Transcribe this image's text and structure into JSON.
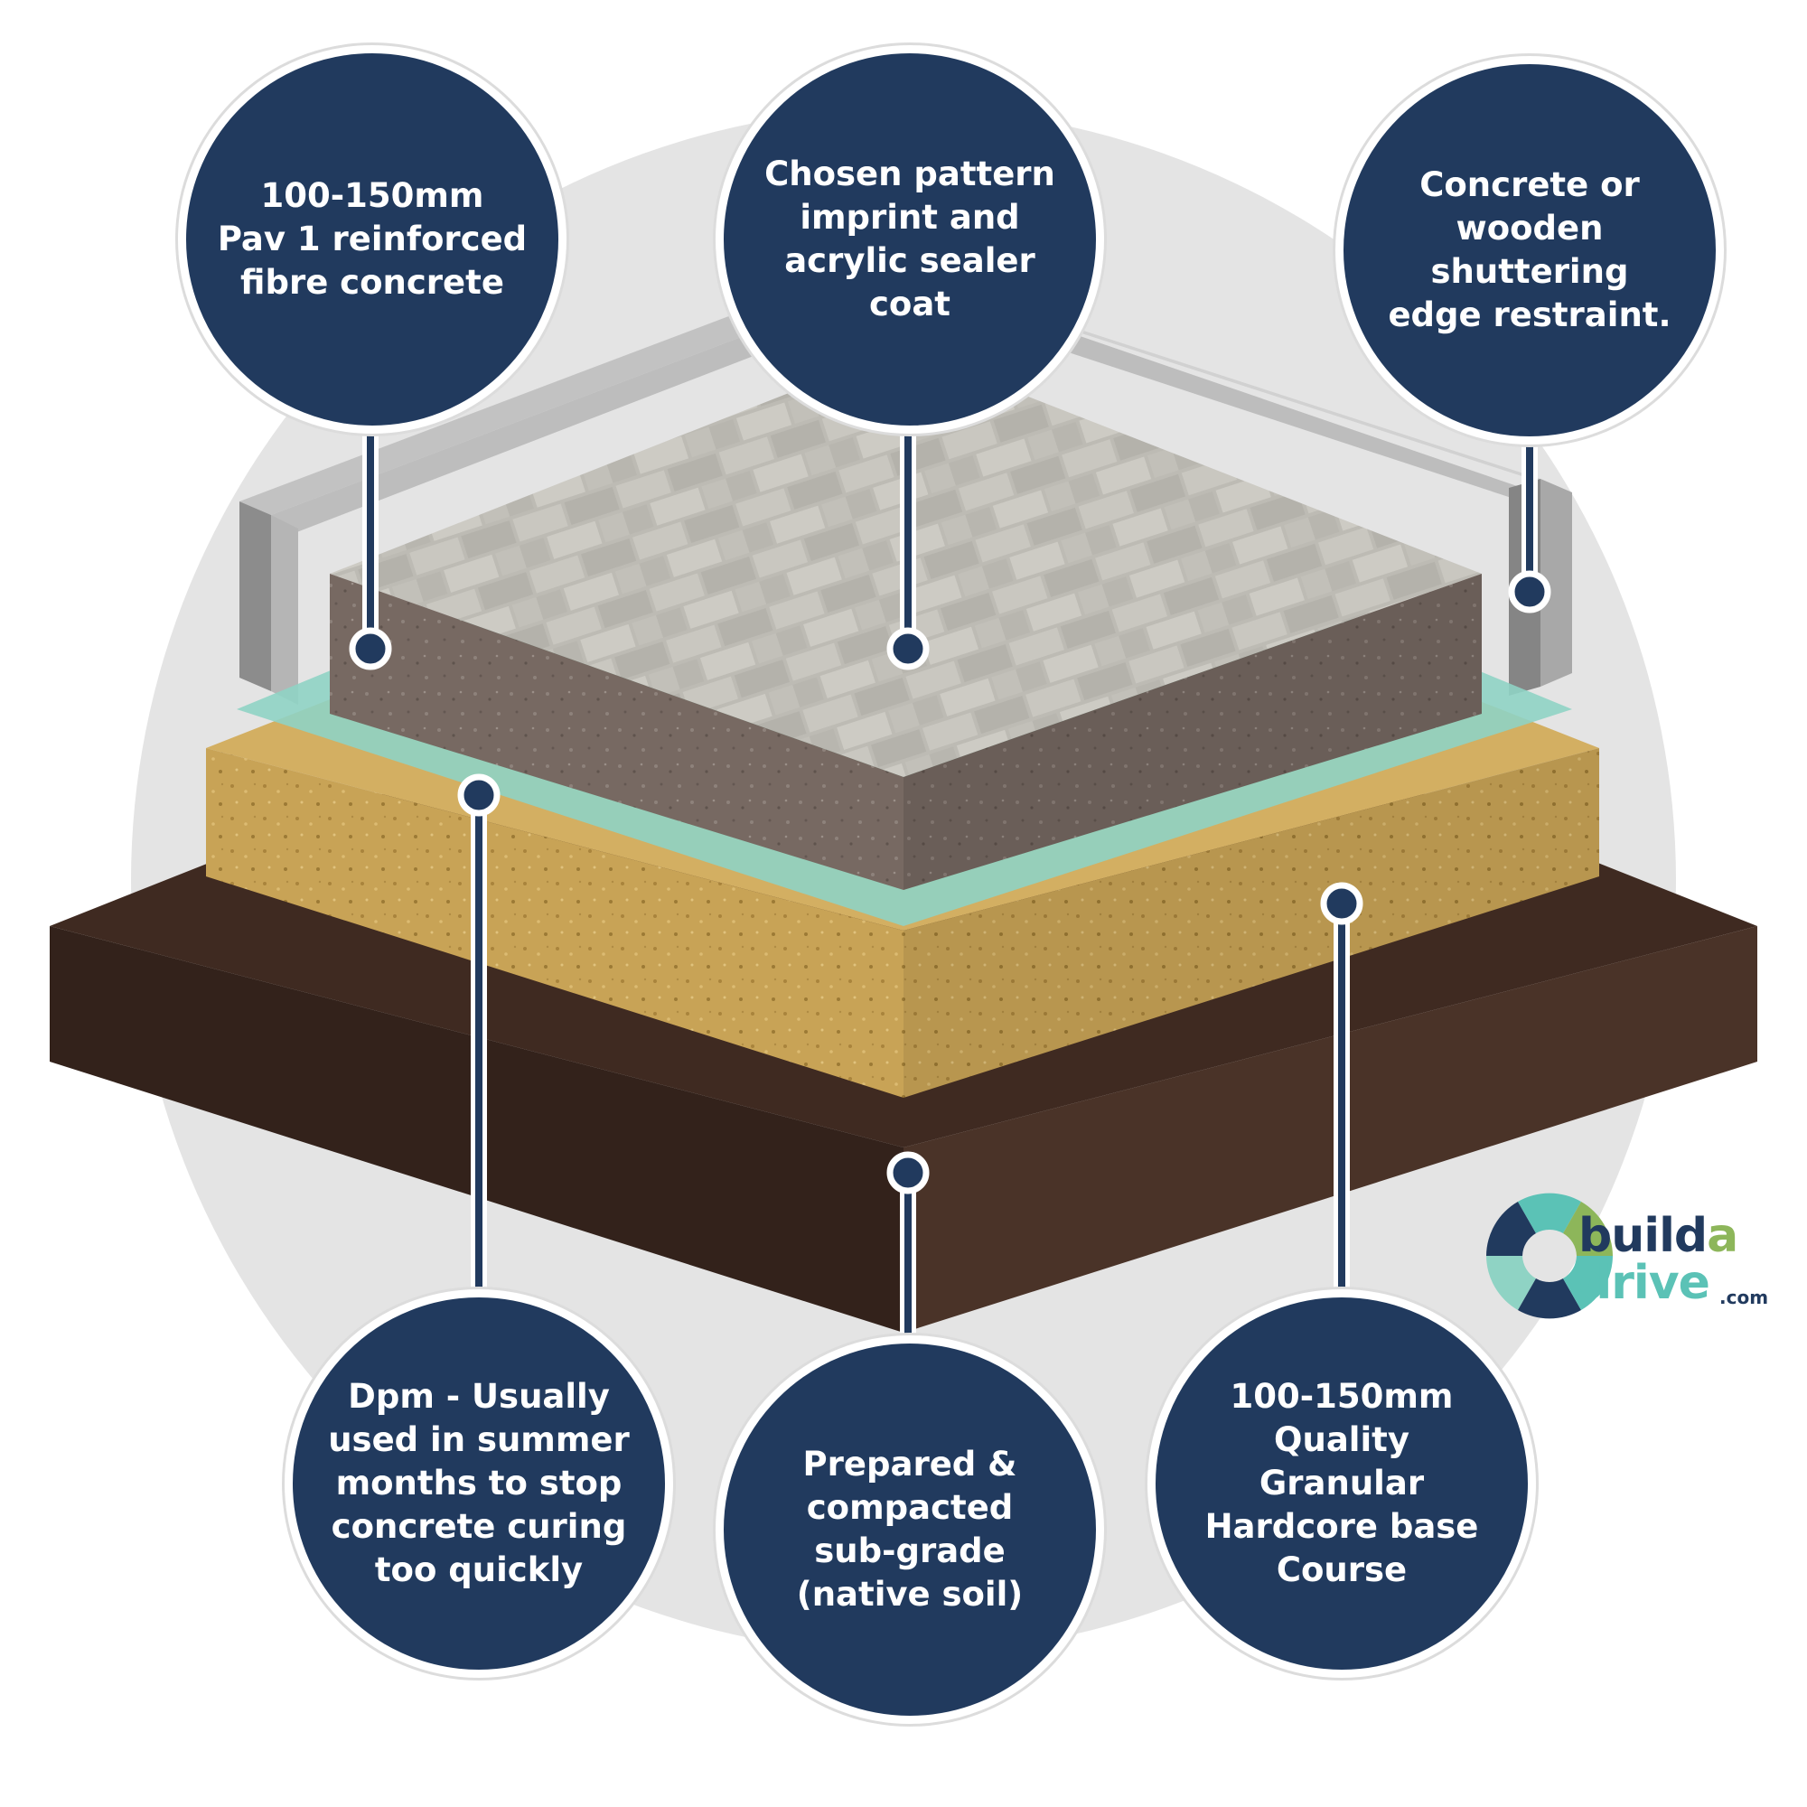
{
  "colors": {
    "callout_fill": "#213a5e",
    "connector": "#213a5e",
    "backdrop": "#e4e4e4",
    "sealer_imprint": "#b9b7b0",
    "concrete": "#776962",
    "dpm": "#8fd3c4",
    "hardcore": "#c8a356",
    "subgrade": "#3f2a21",
    "shuttering": "#9e9e9e",
    "logo_navy": "#213a5e",
    "logo_teal": "#5bc2b6",
    "logo_green": "#8db65a"
  },
  "callouts": [
    {
      "id": "concrete",
      "text": "100-150mm\nPav 1 reinforced\nfibre concrete"
    },
    {
      "id": "sealer",
      "text": "Chosen pattern\nimprint and\nacrylic sealer\ncoat"
    },
    {
      "id": "shuttering",
      "text": "Concrete or\nwooden\nshuttering\nedge restraint."
    },
    {
      "id": "dpm",
      "text": "Dpm - Usually\nused in summer\nmonths to stop\nconcrete curing\ntoo quickly"
    },
    {
      "id": "subgrade",
      "text": "Prepared &\ncompacted\nsub-grade\n(native soil)"
    },
    {
      "id": "hardcore",
      "text": "100-150mm\nQuality\nGranular\nHardcore base\nCourse"
    }
  ],
  "logo": {
    "word_top": "build",
    "word_top_accent": "a",
    "word_bottom": "drive",
    "suffix": ".com"
  }
}
